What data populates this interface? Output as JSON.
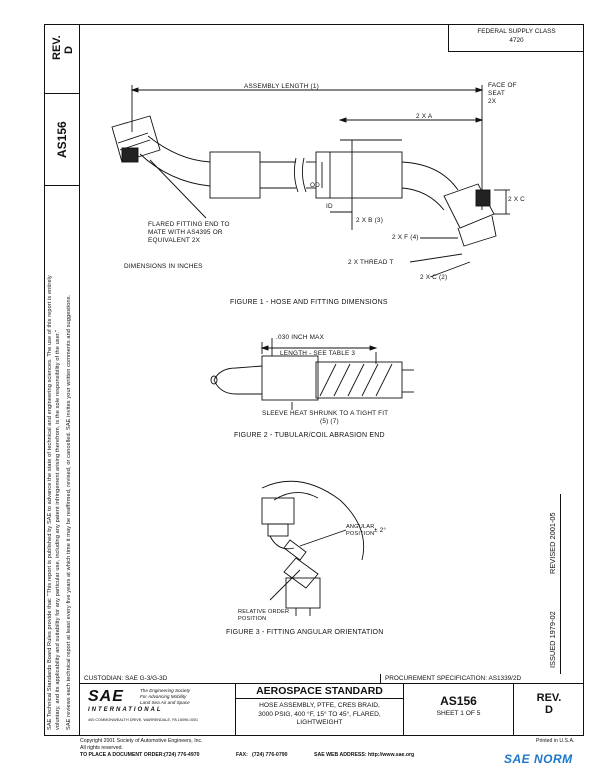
{
  "side": {
    "rev_label": "REV.",
    "rev_value": "D",
    "doc_number": "AS156",
    "notice_line1": "SAE Technical Standards Board Rules provide that: \"This report is published by SAE to advance the state of technical and engineering sciences. The use of this report is entirely",
    "notice_line2": "voluntary, and its applicability and suitability for any particular use, including any patent infringement arising therefrom, is the sole responsibility of the user.\"",
    "notice_line3": "SAE reviews each technical report at least every five years at which time it may be reaffirmed, revised, or cancelled. SAE invites your written comments and suggestions."
  },
  "header": {
    "federal_supply_label": "FEDERAL SUPPLY CLASS",
    "federal_supply_value": "4720"
  },
  "figure1": {
    "assembly_length": "ASSEMBLY LENGTH (1)",
    "face_of_seat": "FACE OF",
    "seat": "SEAT",
    "seat_2x": "2X",
    "two_x_a": "2 X A",
    "od": "OD",
    "id": "ID",
    "two_x_c": "2 X C",
    "two_x_b": "2 X B (3)",
    "two_x_f": "2 X F (4)",
    "two_x_thread": "2 X THREAD T",
    "two_x_c2": "2 X C (2)",
    "flared_line1": "FLARED FITTING END TO",
    "flared_line2": "MATE WITH AS4395 OR",
    "flared_line3": "EQUIVALENT 2X",
    "dimensions": "DIMENSIONS IN INCHES",
    "caption": "FIGURE 1 - HOSE AND FITTING DIMENSIONS"
  },
  "figure2": {
    "max_note": ".030 INCH MAX",
    "length_note": "LENGTH - SEE TABLE 3",
    "sleeve_note": "SLEEVE HEAT SHRUNK TO A TIGHT FIT",
    "sleeve_ref": "(5) (7)",
    "caption": "FIGURE 2 - TUBULAR/COIL ABRASION END"
  },
  "figure3": {
    "angular_line1": "ANGULAR",
    "angular_line2": "POSITION",
    "angular_value": "± 2°",
    "relative_line1": "RELATIVE ORDER",
    "relative_line2": "POSITION",
    "caption": "FIGURE 3 - FITTING ANGULAR ORIENTATION"
  },
  "dates": {
    "issued": "ISSUED 1979-02",
    "revised": "REVISED 2001-05"
  },
  "titleblock": {
    "custodian": "CUSTODIAN:  SAE G-3/G-3D",
    "procurement": "PROCUREMENT SPECIFICATION: AS1339/2D",
    "logo_text": "SAE",
    "logo_sub": "INTERNATIONAL",
    "logo_tag1": "The Engineering Society",
    "logo_tag2": "For Advancing Mobility",
    "logo_tag3": "Land Sea Air and Space",
    "logo_addr": "400 COMMONWEALTH DRIVE, WARRENDALE, PA 15096-0001",
    "std_title": "AEROSPACE STANDARD",
    "desc1": "HOSE ASSEMBLY, PTFE, CRES BRAID,",
    "desc2": "3000 PSIG, 400 °F, 15° TO 45°, FLARED,",
    "desc3": "LIGHTWEIGHT",
    "doc_number": "AS156",
    "sheet": "SHEET 1 OF 5",
    "rev_label": "REV.",
    "rev_value": "D"
  },
  "footer": {
    "copyright": "Copyright 2001 Society of Automotive Engineers, Inc.",
    "rights": "All rights reserved.",
    "printed": "Printed in U.S.A.",
    "order_label": "TO PLACE A DOCUMENT ORDER:",
    "order_phone": "(724) 776-4970",
    "fax_label": "FAX:",
    "fax_value": "(724) 776-0790",
    "web_label": "SAE WEB ADDRESS:",
    "web_value": "http://www.sae.org",
    "watermark": "SAE NORM"
  }
}
